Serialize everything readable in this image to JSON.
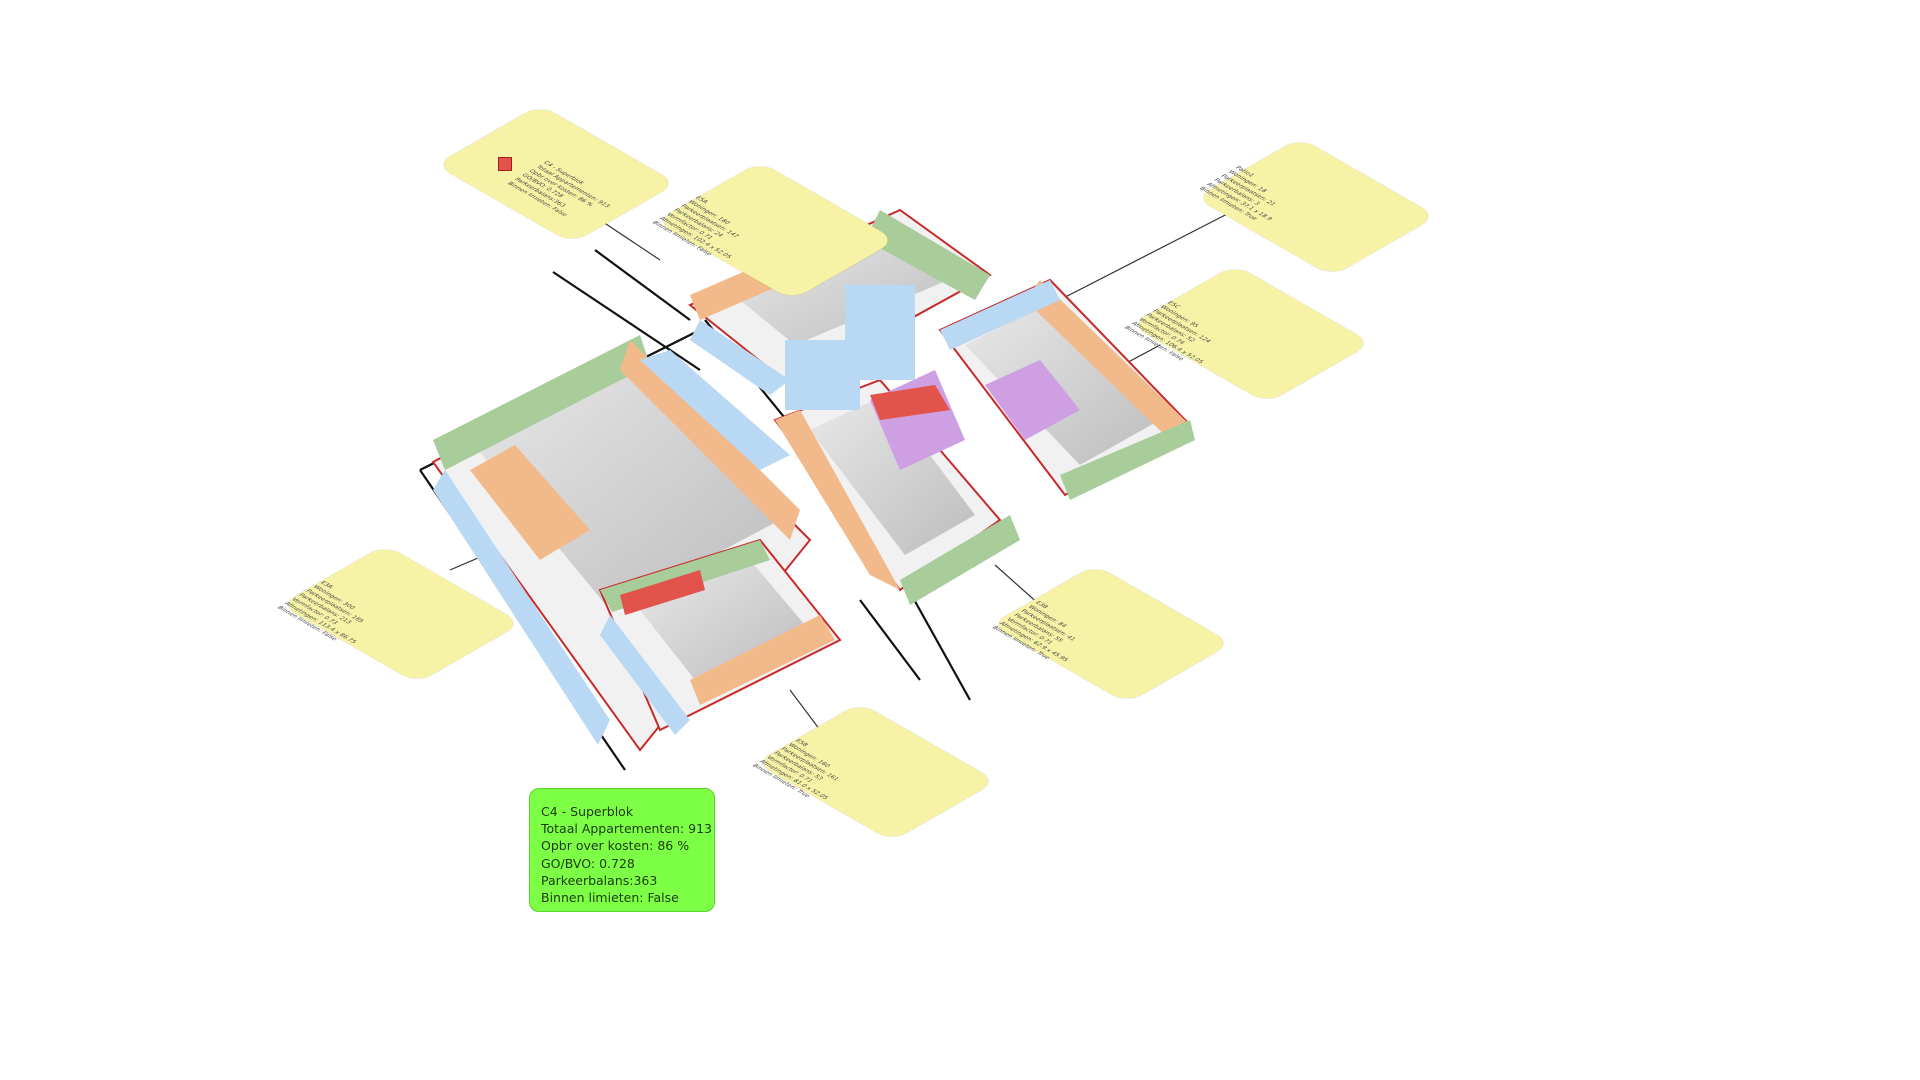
{
  "summary": {
    "title": "C4 - Superblok",
    "total_apartments": "Totaal Appartementen: 913",
    "opbr_over_kosten": "Opbr over kosten: 86 %",
    "go_bvo": "GO/BVO: 0.728",
    "parkeerbalans": "Parkeerbalans:363",
    "binnen_limieten": "Binnen limieten: False"
  },
  "tags": [
    {
      "id": "tag-c4",
      "lines": [
        "C4 - Superblok",
        "Totaal Appartementen: 913",
        "Opbr over kosten: 86 %",
        "GO/BVO: 0.728",
        "Parkeerbalans:363",
        "Binnen limieten: False"
      ]
    },
    {
      "id": "tag-e5a",
      "lines": [
        "E5A",
        "Woningen: 180",
        "Parkeerplaatsen: 147",
        "Parkeerbalans: 24",
        "Vormfactor: 0.71",
        "Afmetingen: 102.4 x 52.05",
        "Binnen limieten: False"
      ]
    },
    {
      "id": "tag-e5b-top",
      "lines": [
        "Patio1",
        "Woningen: 18",
        "Parkeerplaatsen: 21",
        "Parkeerbalans: 3",
        "Afmetingen: 37.1 x 18.9",
        "Binnen limieten: True"
      ]
    },
    {
      "id": "tag-e5c",
      "lines": [
        "E5C",
        "Woningen: 95",
        "Parkeerplaatsen: 124",
        "Parkeerbalans: 52",
        "Vormfactor: 0.74",
        "Afmetingen: 106.4 x 52.05",
        "Binnen limieten: False"
      ]
    },
    {
      "id": "tag-e3a",
      "lines": [
        "E3A",
        "Woningen: 300",
        "Parkeerplaatsen: 185",
        "Parkeerbalans: 213",
        "Vormfactor: 0.73",
        "Afmetingen: 113.4 x 86.75",
        "Binnen limieten: False"
      ]
    },
    {
      "id": "tag-e3b",
      "lines": [
        "E3B",
        "Woningen: 84",
        "Parkeerplaatsen: 41",
        "Parkeerbalans: 55",
        "Vormfactor: 0.71",
        "Afmetingen: 62.9 x 45.95",
        "Binnen limieten: True"
      ]
    },
    {
      "id": "tag-e5b",
      "lines": [
        "E5B",
        "Woningen: 160",
        "Parkeerplaatsen: 161",
        "Parkeerbalans: 53",
        "Vormfactor: 0.71",
        "Afmetingen: 81.0 x 52.05",
        "Binnen limieten: True"
      ]
    }
  ],
  "colors": {
    "tag_fill": "#f7f3a6",
    "summary_fill": "#7cff45",
    "unit_blue": "#b9d8f3",
    "unit_orange": "#f2b98a",
    "unit_green": "#a8cc9a",
    "unit_purple": "#cf9fe3",
    "unit_red": "#e2534c",
    "courtyard": "#cfcfcf",
    "plot_outline": "#c72a2a"
  }
}
